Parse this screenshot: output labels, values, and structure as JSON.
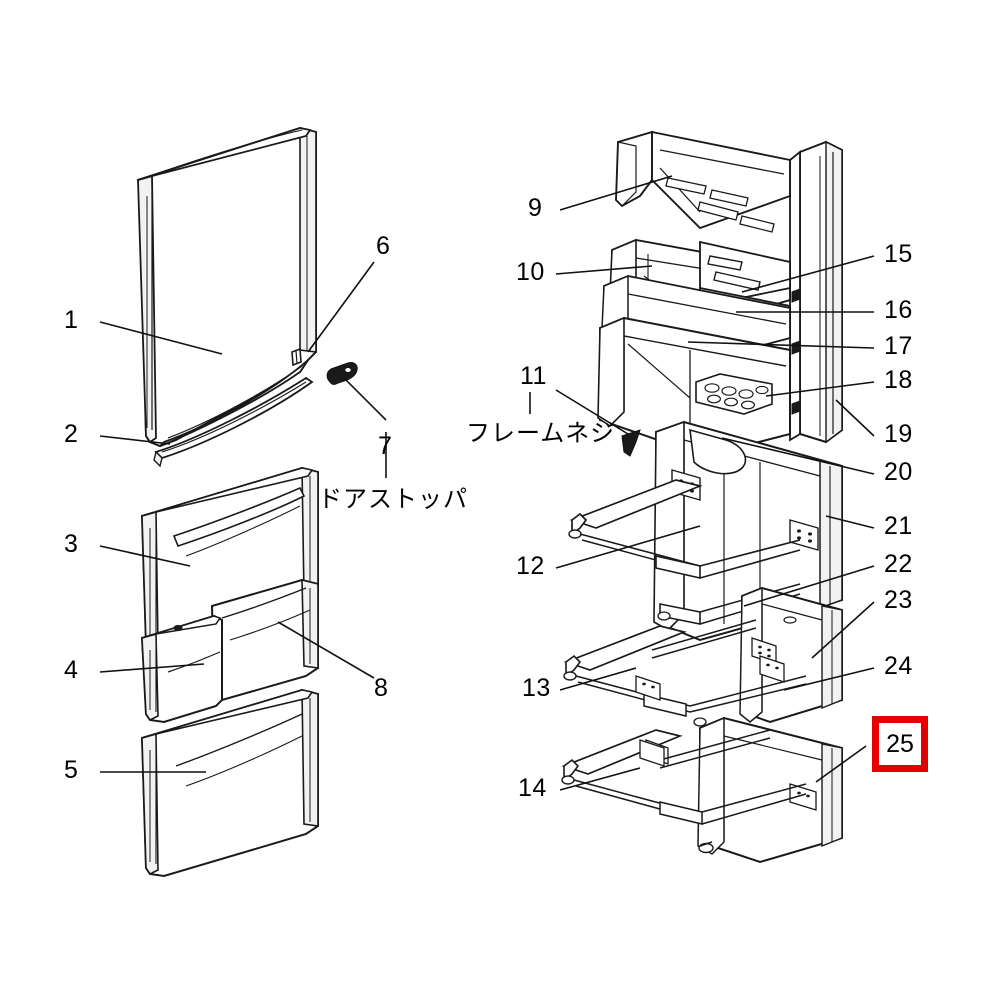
{
  "diagram": {
    "title": "Refrigerator Exploded Parts Diagram",
    "background_color": "#ffffff",
    "line_color": "#1a1a1a",
    "highlight_color": "#e50000"
  },
  "callouts": {
    "n1": "1",
    "n2": "2",
    "n3": "3",
    "n4": "4",
    "n5": "5",
    "n6": "6",
    "n7": "7",
    "n8": "8",
    "n9": "9",
    "n10": "10",
    "n11": "11",
    "n12": "12",
    "n13": "13",
    "n14": "14",
    "n15": "15",
    "n16": "16",
    "n17": "17",
    "n18": "18",
    "n19": "19",
    "n20": "20",
    "n21": "21",
    "n22": "22",
    "n23": "23",
    "n24": "24",
    "n25": "25"
  },
  "annotations": {
    "door_stopper": "ドアストッパ",
    "frame_screw": "フレームネジ"
  },
  "highlighted_part": {
    "number": "25",
    "color": "#e50000"
  },
  "groups": {
    "left_assembly": "doors",
    "right_assembly": "door-shelves-and-racks"
  }
}
